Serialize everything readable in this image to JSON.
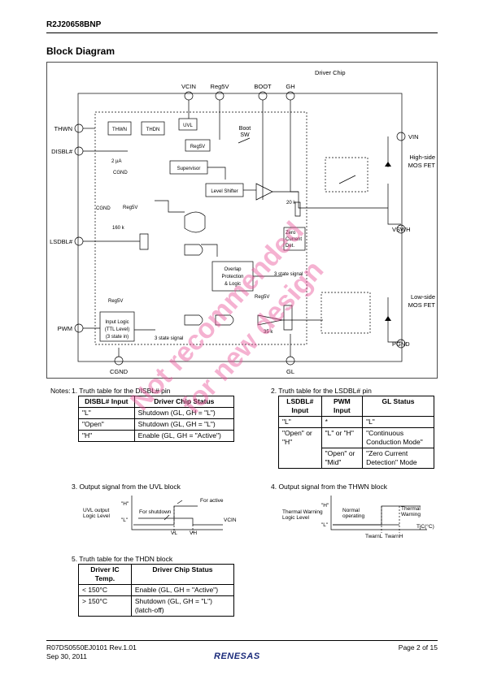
{
  "header": {
    "part_number": "R2J20658BNP"
  },
  "section_title": "Block Diagram",
  "diagram": {
    "driver_chip_label": "Driver Chip",
    "top_pins": [
      "VCIN",
      "Reg5V",
      "BOOT",
      "GH"
    ],
    "left_pins": [
      "THWN",
      "DISBL#",
      "LSDBL#",
      "PWM"
    ],
    "right_pins": [
      "VIN",
      "VSWH",
      "PGND"
    ],
    "bottom_pins": [
      "CGND",
      "GL"
    ],
    "high_side_label_1": "High-side",
    "high_side_label_2": "MOS FET",
    "low_side_label_1": "Low-side",
    "low_side_label_2": "MOS FET",
    "blocks": {
      "thwn": "THWN",
      "thdn": "THDN",
      "uvl": "UVL",
      "reg5v": "Reg5V",
      "supervisor": "Supervisor",
      "level_shifter": "Level Shifter",
      "boot_sw_1": "Boot",
      "boot_sw_2": "SW",
      "zero_current_1": "Zero",
      "zero_current_2": "Current",
      "zero_current_3": "Det.",
      "overlap_1": "Overlap",
      "overlap_2": "Protection",
      "overlap_3": "& Logic",
      "input_logic_1": "Input Logic",
      "input_logic_2": "(TTL Level)",
      "input_logic_3": "(3 state in)",
      "current_source": "2 µA",
      "cgnd_a": "CGND",
      "cgnd_b": "CGND",
      "reg5v_small_1": "Reg5V",
      "reg5v_small_2": "Reg5V",
      "reg5v_small_3": "Reg5V",
      "r160k": "160 k",
      "r20k": "20 k",
      "r35k": "35 k",
      "three_state_1": "3 state signal",
      "three_state_2": "3 state signal"
    }
  },
  "notes": {
    "label": "Notes:",
    "n1_title": "1.   Truth table for the DISBL# pin",
    "t1_headers": [
      "DISBL# Input",
      "Driver Chip Status"
    ],
    "t1_rows": [
      [
        "\"L\"",
        "Shutdown (GL, GH = \"L\")"
      ],
      [
        "\"Open\"",
        "Shutdown (GL, GH = \"L\")"
      ],
      [
        "\"H\"",
        "Enable (GL, GH = \"Active\")"
      ]
    ],
    "n2_title": "2.   Truth table for the LSDBL# pin",
    "t2_headers": [
      "LSDBL# Input",
      "PWM Input",
      "GL Status"
    ],
    "t2_rows": {
      "r1": [
        "\"L\"",
        "*",
        "\"L\""
      ],
      "r2_c1": "\"Open\" or \"H\"",
      "r2_c2": "\"L\" or \"H\"",
      "r2_c3": "\"Continuous Conduction Mode\"",
      "r3_c2": "\"Open\" or \"Mid\"",
      "r3_c3": "\"Zero Current Detection\" Mode"
    },
    "n3_title": "3.   Output signal from the UVL block",
    "uvl_fig": {
      "ylabel_1": "UVL output",
      "ylabel_2": "Logic Level",
      "h": "\"H\"",
      "l": "\"L\"",
      "for_active": "For active",
      "for_shutdown": "For shutdown",
      "vl": "VL",
      "vh": "VH",
      "vcin": "VCIN"
    },
    "n4_title": "4.   Output signal from the THWN block",
    "thwn_fig": {
      "ylabel_1": "Thermal Warning",
      "ylabel_2": "Logic Level",
      "h": "\"H\"",
      "l": "\"L\"",
      "normal_1": "Normal",
      "normal_2": "operating",
      "thermal_1": "Thermal",
      "thermal_2": "Warning",
      "twarnl": "TwarnL",
      "twarnh": "TwarnH",
      "tjc": "TjC(°C)"
    },
    "n5_title": "5.   Truth table for the THDN block",
    "t5_headers": [
      "Driver IC Temp.",
      "Driver Chip Status"
    ],
    "t5_rows": [
      [
        "< 150°C",
        "Enable (GL, GH = \"Active\")"
      ],
      [
        "> 150°C",
        "Shutdown (GL, GH = \"L\") (latch-off)"
      ]
    ]
  },
  "watermark": {
    "line1": "Not recommended",
    "line2": "for new design"
  },
  "footer": {
    "doc_number": "R07DS0550EJ0101  Rev.1.01",
    "date": "Sep 30, 2011",
    "page": "Page 2 of 15",
    "logo": "RENESAS"
  }
}
